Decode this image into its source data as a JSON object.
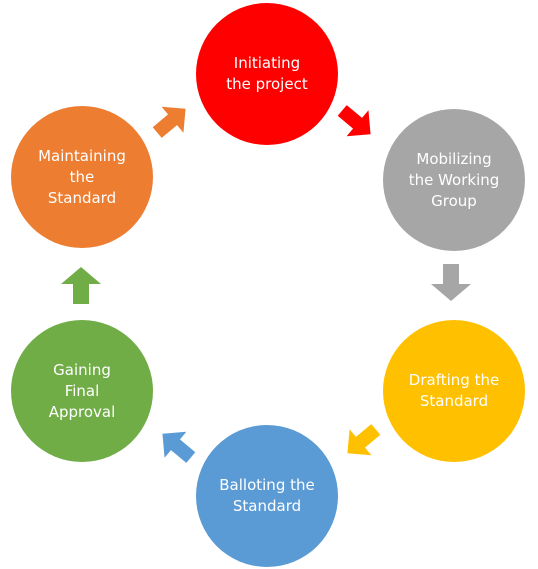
{
  "diagram": {
    "nodes": [
      {
        "id": "initiating",
        "label": "Initiating\nthe project",
        "color": "#ff0000"
      },
      {
        "id": "mobilizing",
        "label": "Mobilizing\nthe Working\nGroup",
        "color": "#a6a6a6"
      },
      {
        "id": "drafting",
        "label": "Drafting the\nStandard",
        "color": "#ffc000"
      },
      {
        "id": "balloting",
        "label": "Balloting the\nStandard",
        "color": "#5b9bd5"
      },
      {
        "id": "gaining",
        "label": "Gaining\nFinal\nApproval",
        "color": "#70ad47"
      },
      {
        "id": "maintaining",
        "label": "Maintaining\nthe\nStandard",
        "color": "#ed7d31"
      }
    ],
    "arrows": [
      {
        "from": "initiating",
        "to": "mobilizing",
        "color": "#ff0000",
        "icon": "arrow-icon"
      },
      {
        "from": "mobilizing",
        "to": "drafting",
        "color": "#a6a6a6",
        "icon": "arrow-icon"
      },
      {
        "from": "drafting",
        "to": "balloting",
        "color": "#ffc000",
        "icon": "arrow-icon"
      },
      {
        "from": "balloting",
        "to": "gaining",
        "color": "#5b9bd5",
        "icon": "arrow-icon"
      },
      {
        "from": "gaining",
        "to": "maintaining",
        "color": "#70ad47",
        "icon": "arrow-icon"
      },
      {
        "from": "maintaining",
        "to": "initiating",
        "color": "#ed7d31",
        "icon": "arrow-icon"
      }
    ]
  }
}
